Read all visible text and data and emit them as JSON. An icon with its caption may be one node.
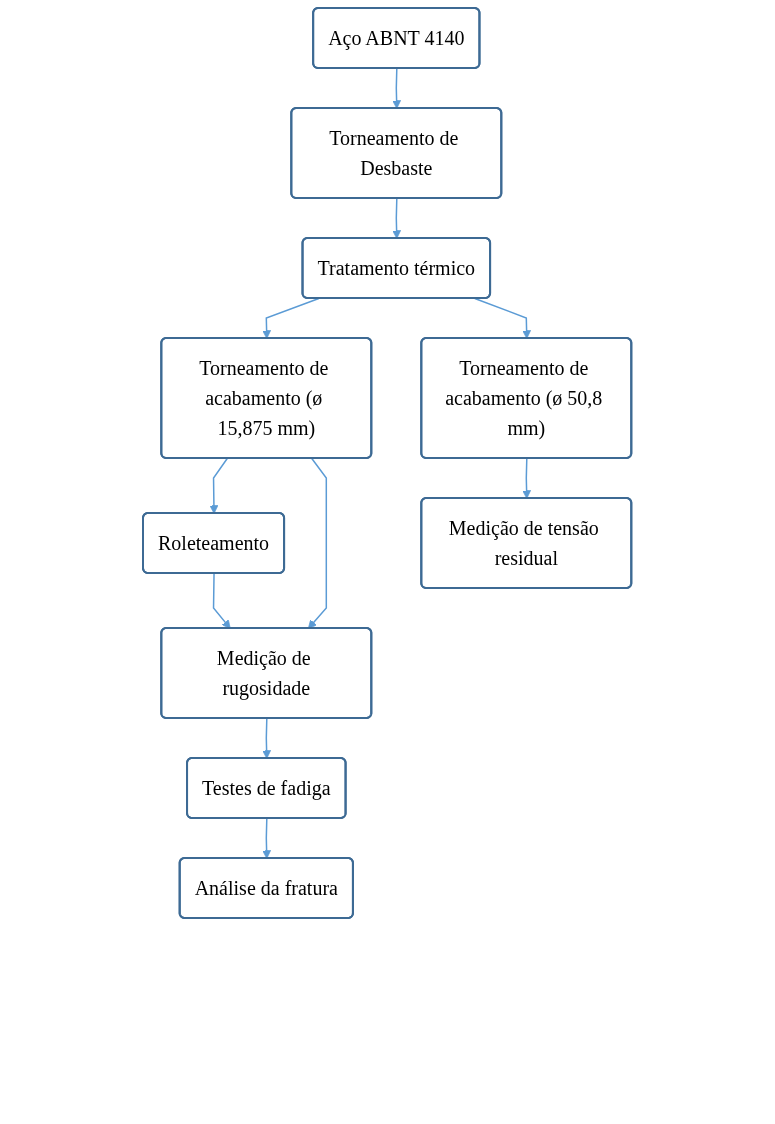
{
  "diagram": {
    "nodes": [
      {
        "text": [
          "Aço ABNT 4140"
        ]
      },
      {
        "text": [
          "Torneamento de Desbaste"
        ]
      },
      {
        "text": [
          "Tratamento térmico"
        ]
      },
      {
        "text": [
          "Torneamento de acabamento (ø 15,875 mm)"
        ]
      },
      {
        "text": [
          "Torneamento de acabamento (ø 50,8 mm)"
        ]
      },
      {
        "text": [
          "Roleteamento"
        ]
      },
      {
        "text": [
          "Medição de tensão residual"
        ]
      },
      {
        "text": [
          "Medição de rugosidade"
        ]
      },
      {
        "text": [
          "Testes de fadiga"
        ]
      },
      {
        "text": [
          "Análise da fratura"
        ]
      }
    ],
    "edges": [
      {
        "from": 0,
        "to": 1,
        "arrow": "to"
      },
      {
        "from": 1,
        "to": 2,
        "arrow": "to"
      },
      {
        "from": 2,
        "to": 3,
        "arrow": "to"
      },
      {
        "from": 2,
        "to": 4,
        "arrow": "to"
      },
      {
        "from": 3,
        "to": 5,
        "arrow": "to"
      },
      {
        "from": 3,
        "to": 7,
        "arrow": "to"
      },
      {
        "from": 4,
        "to": 6,
        "arrow": "to"
      },
      {
        "from": 5,
        "to": 7,
        "arrow": "to"
      },
      {
        "from": 7,
        "to": 8,
        "arrow": "to"
      },
      {
        "from": 8,
        "to": 9,
        "arrow": "to"
      }
    ]
  }
}
